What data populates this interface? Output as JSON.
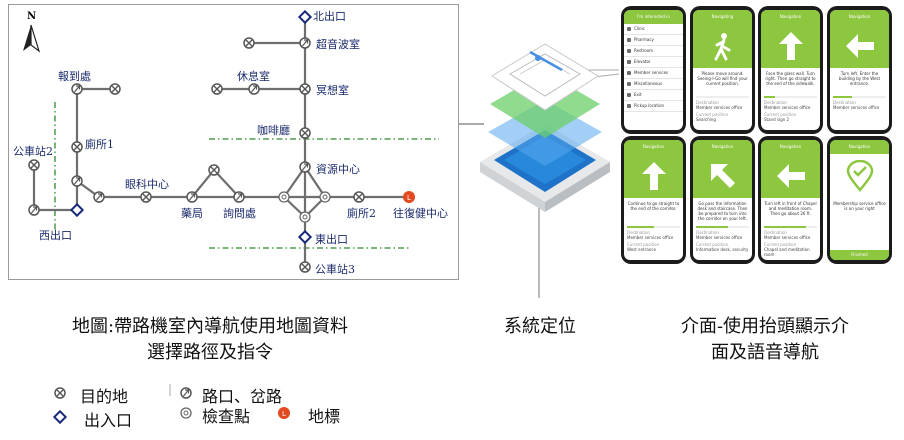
{
  "map": {
    "compass": "N",
    "places": {
      "north_exit": "北出口",
      "ultrasound": "超音波室",
      "checkin": "報到處",
      "rest_room": "休息室",
      "meditation": "冥想室",
      "cafe": "咖啡廳",
      "toilet1": "廁所1",
      "bus2": "公車站2",
      "eye_center": "眼科中心",
      "resource_center": "資源中心",
      "pharmacy": "藥局",
      "info_desk": "詢問處",
      "toilet2": "廁所2",
      "rehab": "往復健中心",
      "west_exit": "西出口",
      "east_exit": "東出口",
      "bus3": "公車站3"
    }
  },
  "captions": {
    "map_line1": "地圖:帶路機室內導航使用地圖資料",
    "map_line2": "選擇路徑及指令",
    "positioning": "系統定位",
    "ui_line1": "介面-使用抬頭顯示介",
    "ui_line2": "面及語音導航"
  },
  "legend": {
    "destination": "目的地",
    "junction": "路口、岔路",
    "entrance": "出入口",
    "checkpoint": "檢查點",
    "landmark": "地標"
  },
  "phones": {
    "menu": {
      "title": "I'm interested in",
      "items": [
        "Clinic",
        "Pharmacy",
        "Restroom",
        "Elevator",
        "Member services",
        "Miscellaneous",
        "Exit",
        "Pickup location"
      ]
    },
    "screens": [
      {
        "title": "Navigating",
        "instruction": "Please move around. Seeing-I-Go will find your current position.",
        "progress": 0,
        "dest_label": "Destination",
        "dest": "Member services office",
        "pos_label": "Current position",
        "pos": "Searching"
      },
      {
        "title": "Navigation",
        "instruction": "Face the glass wall. Turn right. Then go straight to the end of the sidewalk.",
        "progress": 0.2,
        "dest_label": "Destination",
        "dest": "Member services office",
        "pos_label": "Current position",
        "pos": "Stand sign 2"
      },
      {
        "title": "Navigation",
        "instruction": "Turn left. Enter the building by the West entrance.",
        "progress": 0.35,
        "dest_label": "Destination",
        "dest": "Member services office",
        "pos_label": "",
        "pos": ""
      },
      {
        "title": "Navigation",
        "instruction": "Continue to go straight to the end of the corridor.",
        "progress": 0.5,
        "dest_label": "Destination",
        "dest": "Member services office",
        "pos_label": "Current position",
        "pos": "West entrance"
      },
      {
        "title": "Navigation",
        "instruction": "Go pass the information desk and staircase. Then be prepared to turn into the corridor on your left.",
        "progress": 0.6,
        "dest_label": "Destination",
        "dest": "Member services office",
        "pos_label": "Current position",
        "pos": "Information desk, security"
      },
      {
        "title": "Navigation",
        "instruction": "Turn left in front of Chapel and meditation room. Then go about 26 ft.",
        "progress": 0.8,
        "dest_label": "Destination",
        "dest": "Member services office",
        "pos_label": "Current position",
        "pos": "Chapel and meditation room"
      },
      {
        "title": "Navigation",
        "instruction": "Membership service office is on your right",
        "progress": 1,
        "dest_label": "",
        "dest": "",
        "pos_label": "",
        "pos": ""
      }
    ],
    "finish": "Finished"
  }
}
